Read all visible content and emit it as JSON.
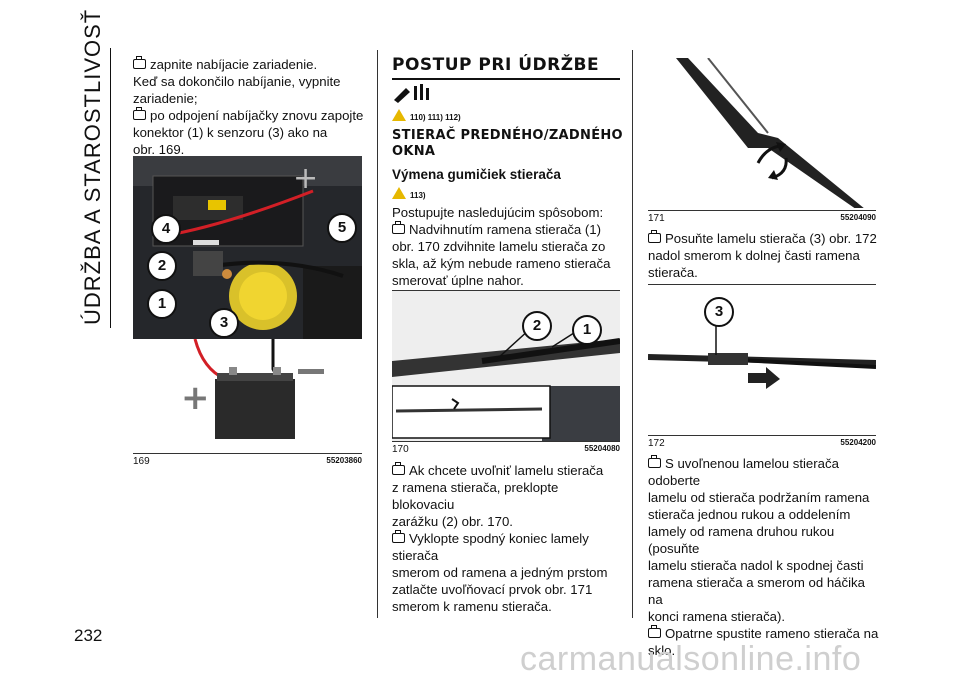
{
  "chapter_title": "ÚDRŽBA A STAROSTLIVOSŤ",
  "page_number": "232",
  "col1": {
    "bullet1": "zapnite nabíjacie zariadenie.",
    "para1a": "Keď sa dokončilo nabíjanie, vypnite",
    "para1b": "zariadenie;",
    "bullet2a": "po odpojení nabíjačky znovu zapojte",
    "bullet2b": "konektor (1) k senzoru (3) ako na",
    "bullet2c": "obr. 169.",
    "fig_num": "169",
    "fig_code": "55203860",
    "callouts": [
      "4",
      "2",
      "1",
      "3",
      "5"
    ]
  },
  "col2": {
    "heading": "POSTUP PRI ÚDRŽBE",
    "refs1": "110)  111)  112)",
    "subheading_a": "STIERAČ PREDNÉHO/ZADNÉHO",
    "subheading_b": "OKNA",
    "h3": "Výmena gumičiek stierača",
    "refs2": "113)",
    "intro": "Postupujte nasledujúcim spôsobom:",
    "b1a": "Nadvihnutím ramena stierača (1)",
    "b1b": "obr. 170 zdvihnite lamelu stierača zo",
    "b1c": "skla, až kým nebude rameno stierača",
    "b1d": "smerovať úplne nahor.",
    "fig_num": "170",
    "fig_code": "55204080",
    "callouts": [
      "2",
      "1"
    ],
    "b2a": "Ak chcete uvoľniť lamelu stierača",
    "b2b": "z ramena stierača, preklopte blokovaciu",
    "b2c": "zarážku (2) obr. 170.",
    "b3a": "Vykloptе spodný koniec lamely stierača",
    "b3b": "smerom od ramena a jedným prstom",
    "b3c": "zatlačte uvoľňovací prvok obr. 171",
    "b3d": "smerom k ramenu stierača."
  },
  "col3": {
    "fig1_num": "171",
    "fig1_code": "55204090",
    "b1a": "Posuňte lamelu stierača (3) obr. 172",
    "b1b": "nadol smerom k dolnej časti ramena",
    "b1c": "stierača.",
    "fig2_num": "172",
    "fig2_code": "55204200",
    "fig2_callout": "3",
    "b2a": "S uvoľnenou lamelou stierača odoberte",
    "b2b": "lamelu od stierača podržaním ramena",
    "b2c": "stierača jednou rukou a oddelením",
    "b2d": "lamely od ramena druhou rukou (posuňte",
    "b2e": "lamelu stierača nadol k spodnej časti",
    "b2f": "ramena stierača a smerom od háčika na",
    "b2g": "konci ramena stierača).",
    "b3a": "Opatrne spustite rameno stierača na",
    "b3b": "sklo."
  },
  "watermark": "carmanualsonline.info"
}
